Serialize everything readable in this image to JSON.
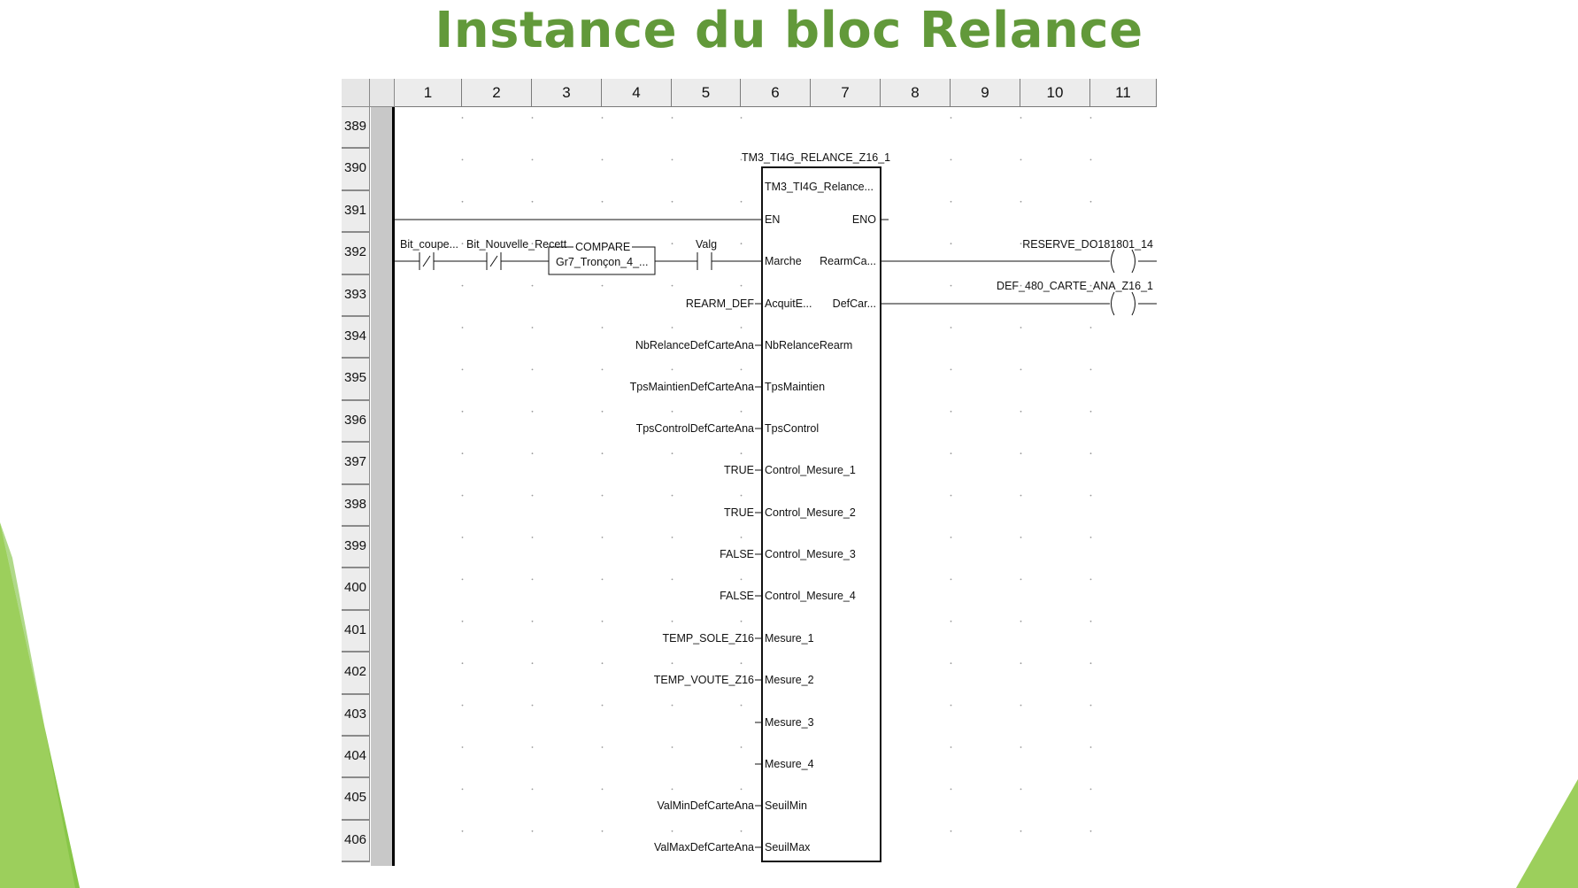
{
  "slide": {
    "title": "Instance du bloc Relance"
  },
  "grid": {
    "columns": [
      "1",
      "2",
      "3",
      "4",
      "5",
      "6",
      "7",
      "8",
      "9",
      "10",
      "11"
    ],
    "rows": [
      "389",
      "390",
      "391",
      "392",
      "393",
      "394",
      "395",
      "396",
      "397",
      "398",
      "399",
      "400",
      "401",
      "402",
      "403",
      "404",
      "405",
      "406"
    ]
  },
  "block": {
    "instance_name": "TM3_TI4G_RELANCE_Z16_1",
    "type_name": "TM3_TI4G_Relance...",
    "inputs": [
      {
        "pin": "EN",
        "var": ""
      },
      {
        "pin": "Marche",
        "var": ""
      },
      {
        "pin": "AcquitE...",
        "var": "REARM_DEF"
      },
      {
        "pin": "NbRelanceRearm",
        "var": "NbRelanceDefCarteAna"
      },
      {
        "pin": "TpsMaintien",
        "var": "TpsMaintienDefCarteAna"
      },
      {
        "pin": "TpsControl",
        "var": "TpsControlDefCarteAna"
      },
      {
        "pin": "Control_Mesure_1",
        "var": "TRUE"
      },
      {
        "pin": "Control_Mesure_2",
        "var": "TRUE"
      },
      {
        "pin": "Control_Mesure_3",
        "var": "FALSE"
      },
      {
        "pin": "Control_Mesure_4",
        "var": "FALSE"
      },
      {
        "pin": "Mesure_1",
        "var": "TEMP_SOLE_Z16"
      },
      {
        "pin": "Mesure_2",
        "var": "TEMP_VOUTE_Z16"
      },
      {
        "pin": "Mesure_3",
        "var": ""
      },
      {
        "pin": "Mesure_4",
        "var": ""
      },
      {
        "pin": "SeuilMin",
        "var": "ValMinDefCarteAna"
      },
      {
        "pin": "SeuilMax",
        "var": "ValMaxDefCarteAna"
      }
    ],
    "outputs": [
      {
        "pin": "ENO"
      },
      {
        "pin": "RearmCa..."
      },
      {
        "pin": "DefCar..."
      }
    ]
  },
  "contacts": {
    "c1": "Bit_coupe...",
    "c2": "Bit_Nouvelle_Recett",
    "compare_title": "COMPARE",
    "compare_expr": "Gr7_Tronçon_4_...",
    "c3": "Valg"
  },
  "coils": {
    "coil1": "RESERVE_DO181801_14",
    "coil2": "DEF_480_CARTE_ANA_Z16_1"
  }
}
